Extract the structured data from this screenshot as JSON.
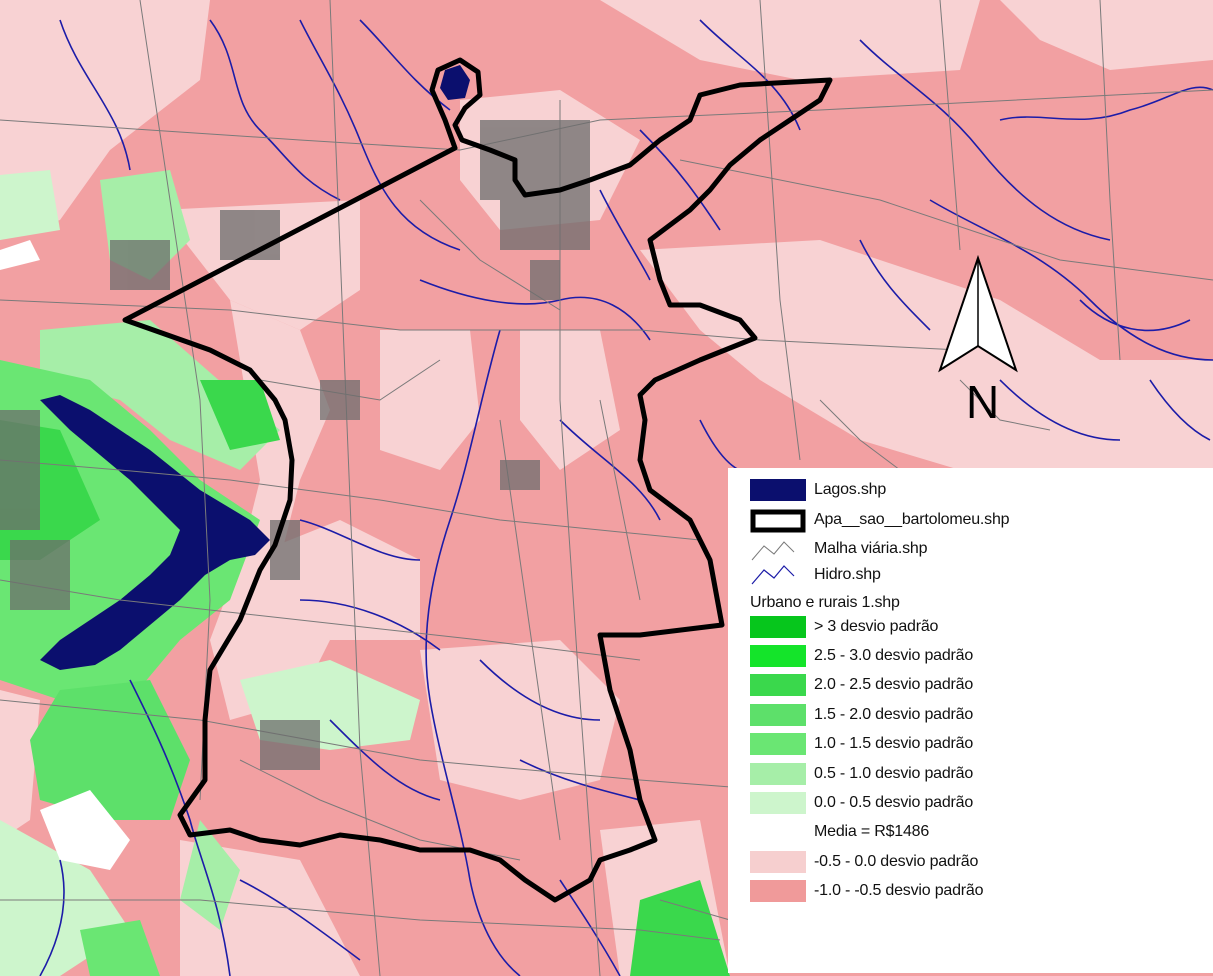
{
  "legend": {
    "layers": [
      {
        "label": "Lagos.shp",
        "symbol": "fill",
        "color": "#0b0f6e"
      },
      {
        "label": "Apa__sao__bartolomeu.shp",
        "symbol": "outline",
        "color": "#000000"
      },
      {
        "label": "Malha viária.shp",
        "symbol": "line",
        "color": "#7a7a7a"
      },
      {
        "label": "Hidro.shp",
        "symbol": "line",
        "color": "#1c1ca8"
      }
    ],
    "classes_title": "Urbano e rurais 1.shp",
    "classes": [
      {
        "label": "> 3 desvio padrão",
        "color": "#06c61c"
      },
      {
        "label": "2.5 - 3.0 desvio padrão",
        "color": "#14e42a"
      },
      {
        "label": "2.0 - 2.5 desvio padrão",
        "color": "#3ad84c"
      },
      {
        "label": "1.5 - 2.0 desvio padrão",
        "color": "#5de06a"
      },
      {
        "label": "1.0 - 1.5 desvio padrão",
        "color": "#6ae673"
      },
      {
        "label": "0.5 - 1.0 desvio padrão",
        "color": "#a6eea8"
      },
      {
        "label": "0.0 - 0.5 desvio padrão",
        "color": "#cdf5cc"
      },
      {
        "label": "Media = R$1486",
        "color": "#ffffff"
      },
      {
        "label": "-0.5 - 0.0 desvio padrão",
        "color": "#f6cfcf"
      },
      {
        "label": "-1.0 - -0.5 desvio padrão",
        "color": "#f09a9a"
      }
    ]
  },
  "north_arrow": {
    "label": "N"
  },
  "colors": {
    "pink_dark": "#f2a0a2",
    "pink_light": "#f8d2d3",
    "lake": "#0b0f6e",
    "road": "#7a7a7a",
    "river": "#1c1ca8",
    "boundary": "#000000"
  }
}
